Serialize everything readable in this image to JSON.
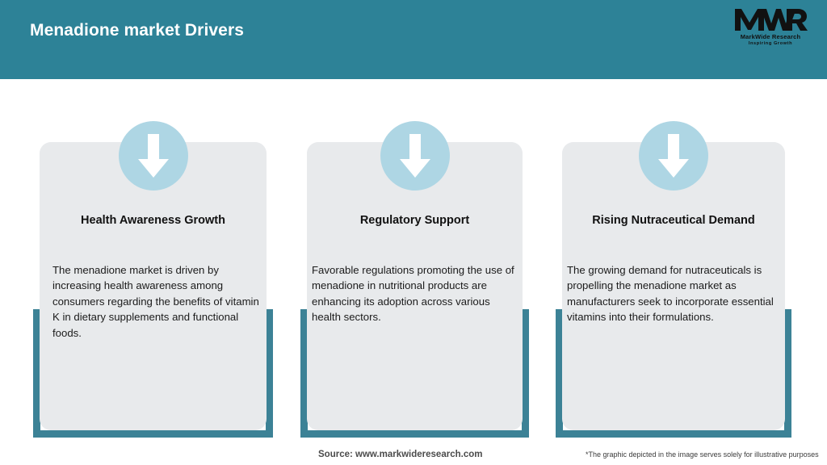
{
  "header": {
    "title": "Menadione market Drivers",
    "background_color": "#2d8297",
    "title_color": "#ffffff"
  },
  "logo": {
    "mark": "MWR",
    "name": "MarkWide Research",
    "tagline": "Inspiring Growth"
  },
  "theme": {
    "teal": "#3c8296",
    "card_background": "#e8eaec",
    "icon_circle": "#aed6e4",
    "arrow": "#ffffff"
  },
  "cards": [
    {
      "icon": "arrow-down-icon",
      "title": "Health Awareness Growth",
      "body": "The menadione market is driven by increasing health awareness among consumers regarding the benefits of vitamin K in dietary supplements and functional foods."
    },
    {
      "icon": "arrow-down-icon",
      "title": "Regulatory Support",
      "body": "Favorable regulations promoting the use of menadione in nutritional products are enhancing its adoption across various health sectors."
    },
    {
      "icon": "arrow-down-icon",
      "title": "Rising Nutraceutical Demand",
      "body": "The growing demand for nutraceuticals is propelling the menadione market as manufacturers seek to incorporate essential vitamins into their formulations."
    }
  ],
  "footer": {
    "source": "Source: www.markwideresearch.com",
    "disclaimer": "*The graphic depicted in the image serves solely for illustrative purposes"
  }
}
